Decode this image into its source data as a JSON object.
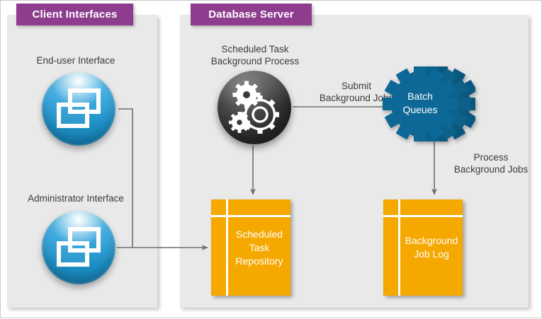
{
  "panels": {
    "client": {
      "title": "Client Interfaces"
    },
    "database": {
      "title": "Database Server"
    }
  },
  "nodes": {
    "end_user": {
      "label": "End-user Interface",
      "icon": "windows-icon",
      "color": "#1e92c8"
    },
    "admin": {
      "label": "Administrator Interface",
      "icon": "windows-icon",
      "color": "#1e92c8"
    },
    "process": {
      "label": "Scheduled Task\nBackground Process",
      "icon": "gears-icon",
      "color": "#232323"
    },
    "batch_queues": {
      "label": "Batch\nQueues",
      "icon": "gear-stack-icon",
      "color": "#0d6897"
    },
    "repository": {
      "label": "Scheduled\nTask\nRepository",
      "icon": "table-icon",
      "color": "#f5a800"
    },
    "job_log": {
      "label": "Background\nJob Log",
      "icon": "table-icon",
      "color": "#f5a800"
    }
  },
  "edges": {
    "submit": {
      "label": "Submit\nBackground Jobs"
    },
    "process_jobs": {
      "label": "Process\nBackground Jobs"
    }
  },
  "colors": {
    "header_purple": "#8e3d8e",
    "panel_gray": "#e9e9e9",
    "orange": "#f5a800",
    "teal_blue": "#0d6897",
    "sphere_blue": "#1e92c8",
    "connector_gray": "#6e6e6e"
  }
}
